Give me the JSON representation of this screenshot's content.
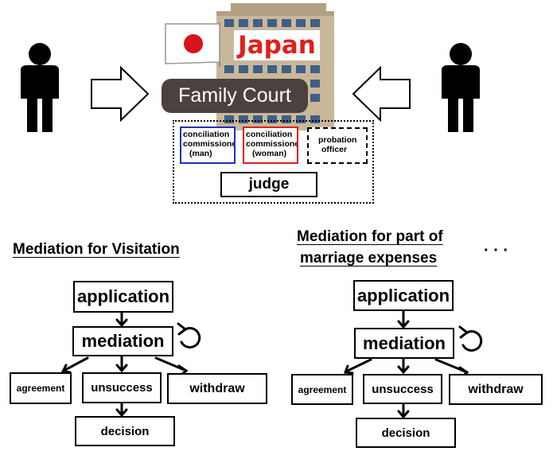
{
  "court": {
    "country_label": "Japan",
    "court_label": "Family Court",
    "staff": {
      "commissioner_man": [
        "conciliation",
        "commissioner",
        "(man)"
      ],
      "commissioner_woman": [
        "conciliation",
        "commissioner",
        "(woman)"
      ],
      "probation_officer": [
        "probation",
        "officer"
      ],
      "judge": "judge"
    }
  },
  "flows": [
    {
      "title": "Mediation for Visitation",
      "application": "application",
      "mediation": "mediation",
      "agreement": "agreement",
      "unsuccess": "unsuccess",
      "withdraw": "withdraw",
      "decision": "decision"
    },
    {
      "title_lines": [
        "Mediation for part of",
        "marriage expenses"
      ],
      "application": "application",
      "mediation": "mediation",
      "agreement": "agreement",
      "unsuccess": "unsuccess",
      "withdraw": "withdraw",
      "decision": "decision"
    }
  ],
  "ellipsis": "· · ·",
  "colors": {
    "commissioner_man_border": "#1f2fbf",
    "commissioner_woman_border": "#e02020",
    "court_label_bg": "#4a423f",
    "japan_text": "#e0201a",
    "building": "#c9b79a",
    "windows": "#3e5f86"
  }
}
